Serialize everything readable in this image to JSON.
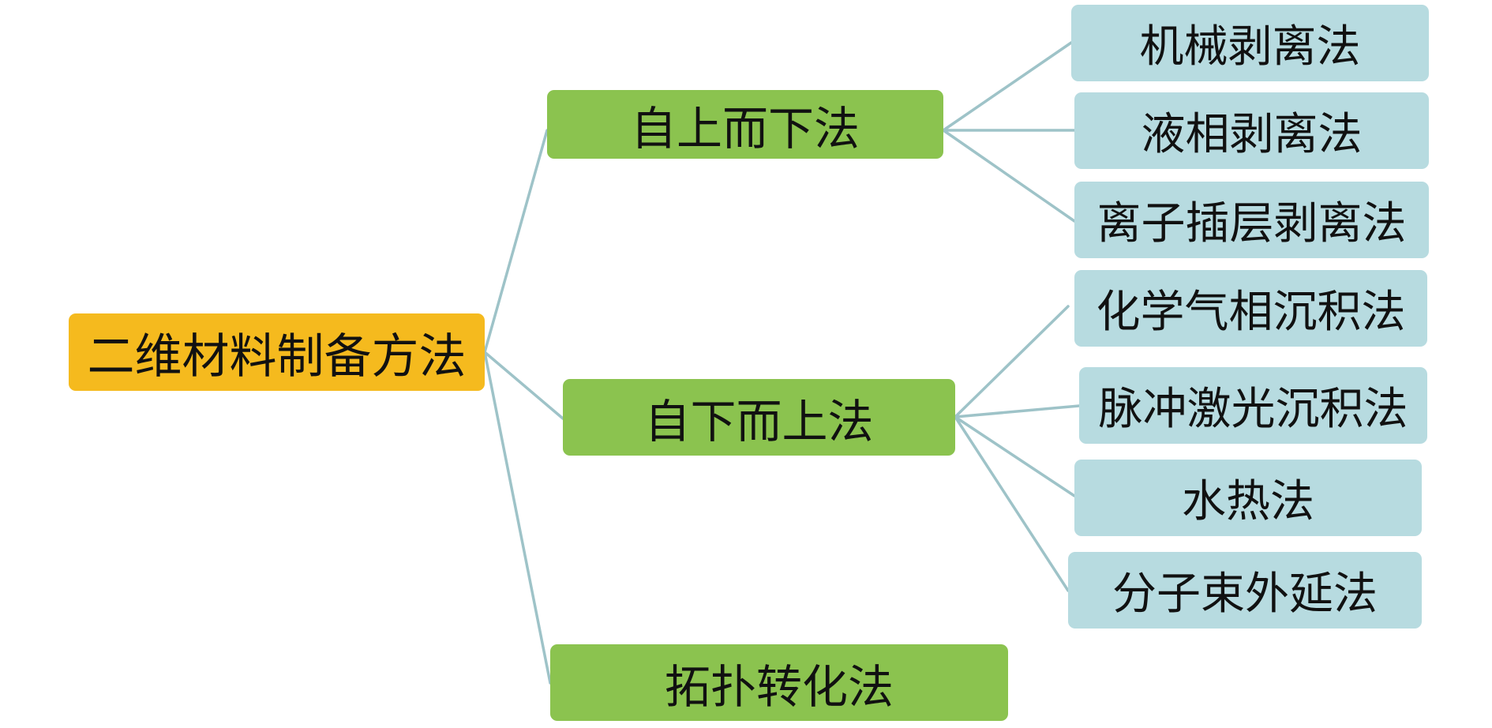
{
  "colors": {
    "root_fill": "#f5ba1e",
    "branch_fill": "#8bc34f",
    "leaf_fill": "#b7dbe0",
    "connector": "#9ec3c8"
  },
  "root": {
    "label": "二维材料制备方法"
  },
  "branches": [
    {
      "label": "自上而下法",
      "children": [
        "机械剥离法",
        "液相剥离法",
        "离子插层剥离法"
      ]
    },
    {
      "label": "自下而上法",
      "children": [
        "化学气相沉积法",
        "脉冲激光沉积法",
        "水热法",
        "分子束外延法"
      ]
    },
    {
      "label": "拓扑转化法",
      "children": []
    }
  ]
}
